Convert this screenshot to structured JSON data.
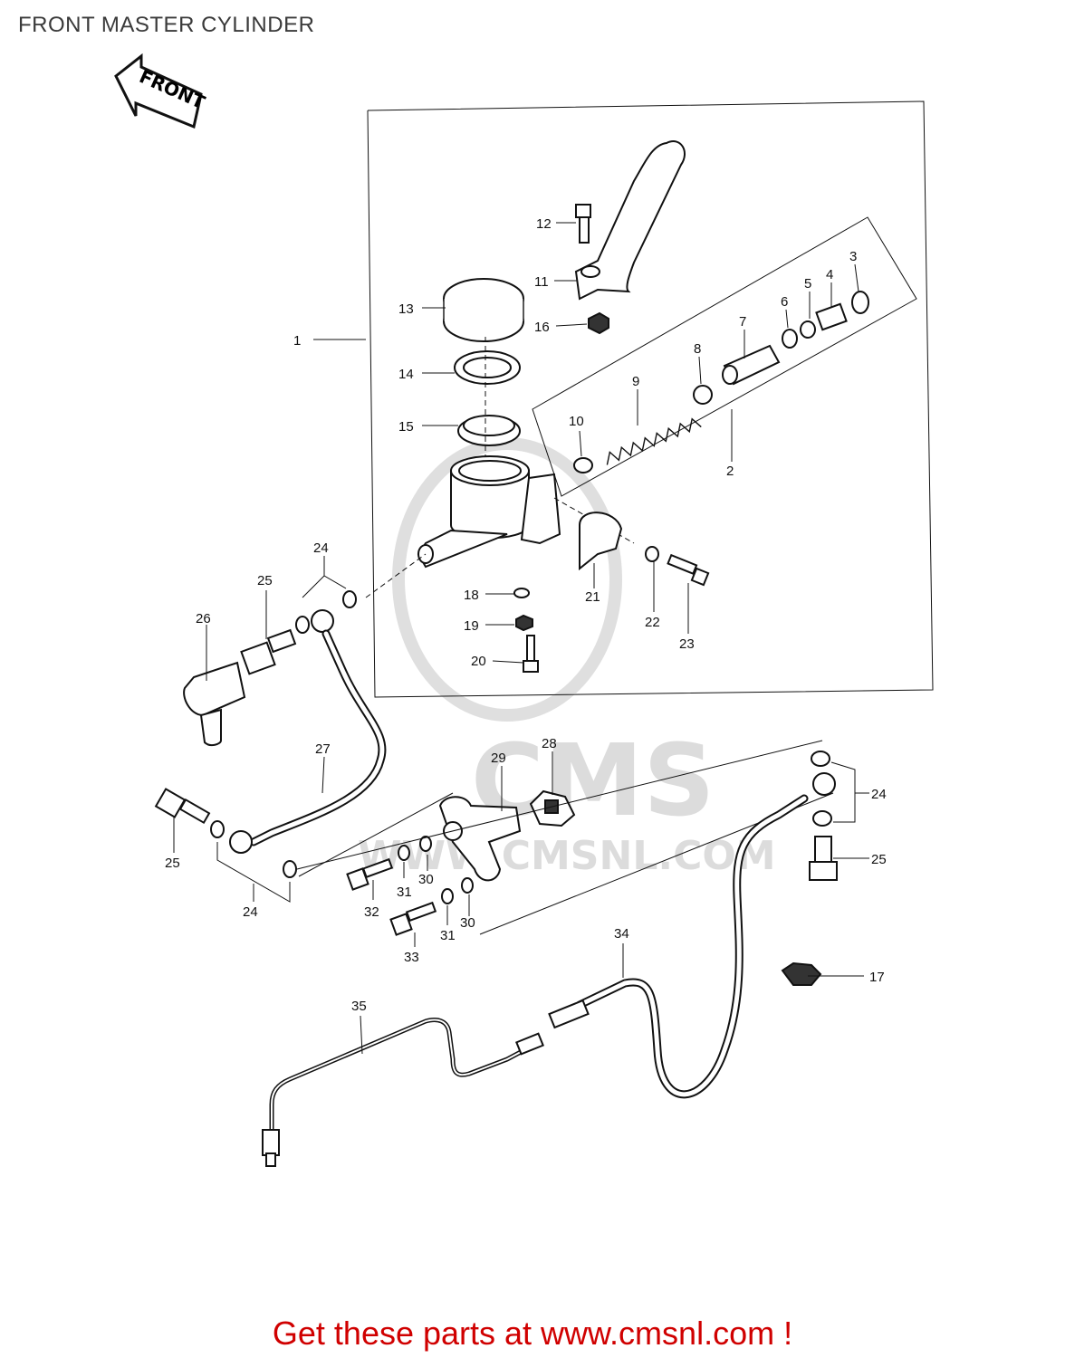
{
  "title": "FRONT MASTER CYLINDER",
  "front_arrow_label": "FRONT",
  "watermark": {
    "logo_text": "CMS",
    "url_text": "WWW.CMSNL.COM"
  },
  "footer_text": "Get these parts at www.cmsnl.com !",
  "callouts": {
    "c1": "1",
    "c2": "2",
    "c3": "3",
    "c4": "4",
    "c5": "5",
    "c6": "6",
    "c7": "7",
    "c8": "8",
    "c9": "9",
    "c10": "10",
    "c11": "11",
    "c12": "12",
    "c13": "13",
    "c14": "14",
    "c15": "15",
    "c16": "16",
    "c17": "17",
    "c18": "18",
    "c19": "19",
    "c20": "20",
    "c21": "21",
    "c22": "22",
    "c23": "23",
    "c24a": "24",
    "c24b": "24",
    "c24c": "24",
    "c25a": "25",
    "c25b": "25",
    "c25c": "25",
    "c26": "26",
    "c27": "27",
    "c28": "28",
    "c29": "29",
    "c30a": "30",
    "c30b": "30",
    "c31a": "31",
    "c31b": "31",
    "c32": "32",
    "c33": "33",
    "c34": "34",
    "c35": "35"
  }
}
